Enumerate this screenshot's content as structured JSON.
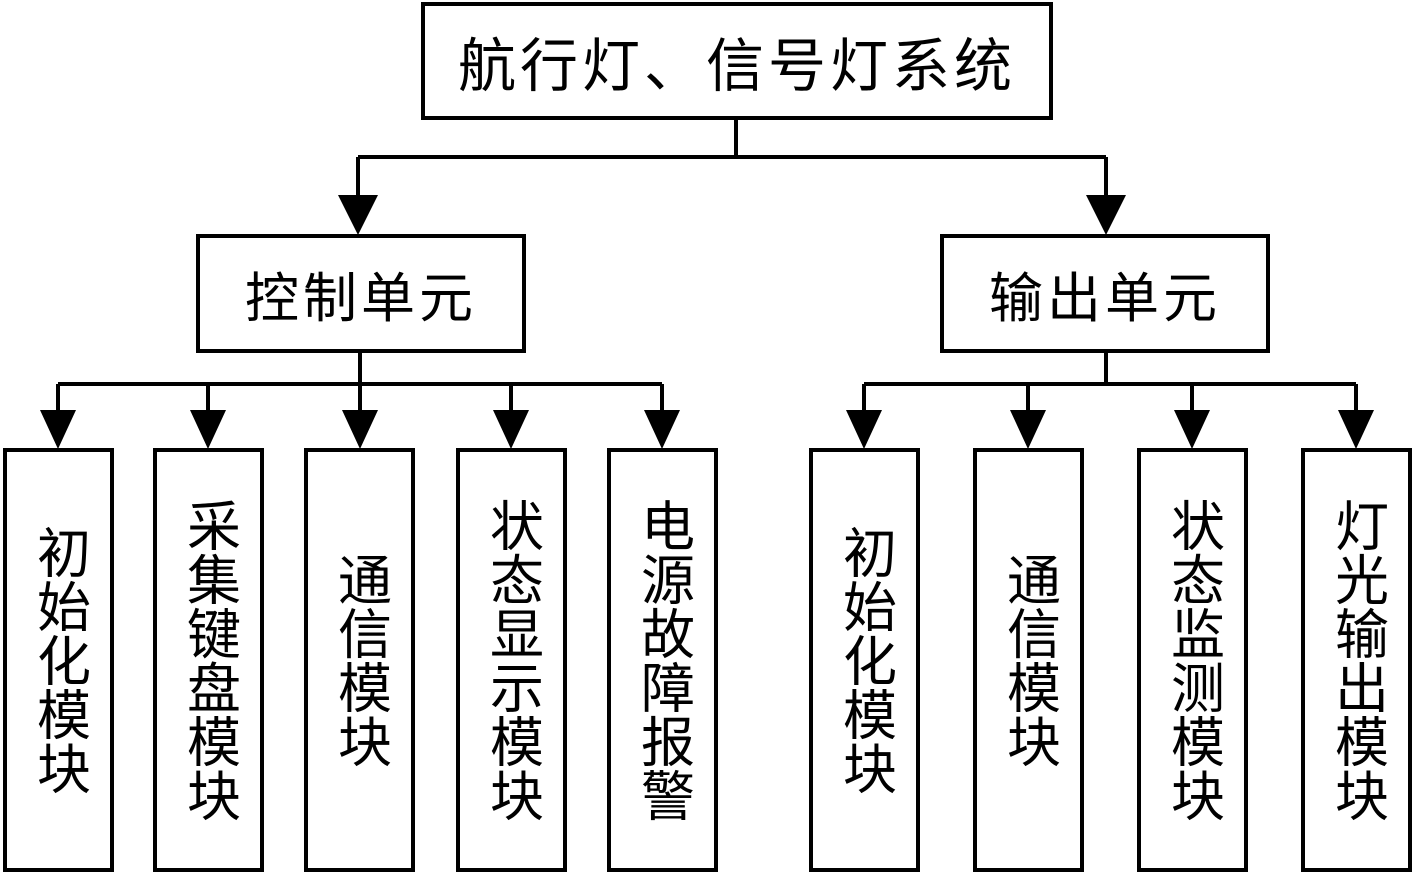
{
  "root": {
    "label": "航行灯、信号灯系统"
  },
  "units": [
    {
      "label": "控制单元",
      "modules": [
        "初始化模块",
        "采集键盘模块",
        "通信模块",
        "状态显示模块",
        "电源故障报警"
      ]
    },
    {
      "label": "输出单元",
      "modules": [
        "初始化模块",
        "通信模块",
        "状态监测模块",
        "灯光输出模块"
      ]
    }
  ]
}
